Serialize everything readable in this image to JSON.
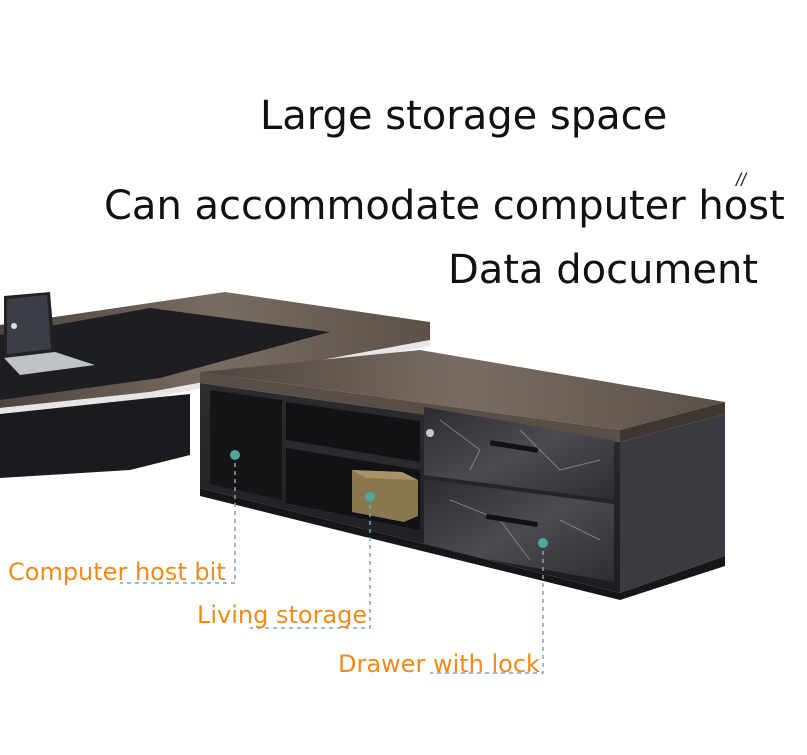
{
  "headlines": {
    "line1": "Large storage space",
    "line2": "Can accommodate computer host",
    "line3": "Data document"
  },
  "mark": "//",
  "callouts": {
    "computer_host": "Computer host bit",
    "living_storage": "Living storage",
    "drawer_lock": "Drawer with lock"
  },
  "colors": {
    "callout_text": "#f08a1a",
    "marker_dot": "#4fa7a0",
    "wood_top": "#6b5f55",
    "cabinet_body": "#2e2f33",
    "marble_front": "#3b3d42"
  }
}
